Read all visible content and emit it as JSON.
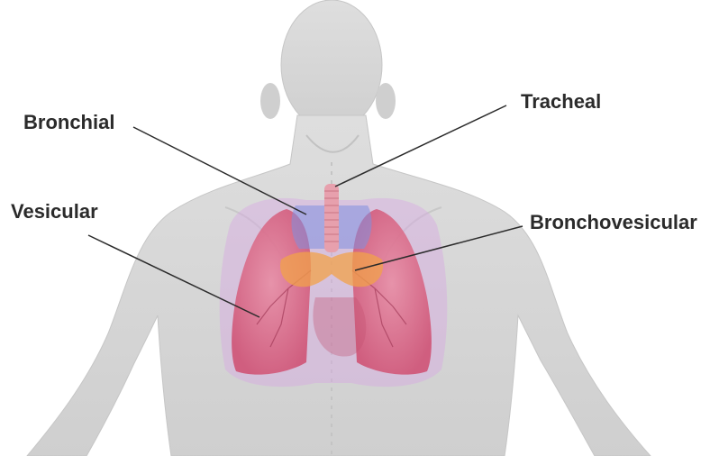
{
  "labels": {
    "bronchial": "Bronchial",
    "tracheal": "Tracheal",
    "vesicular": "Vesicular",
    "bronchovesicular": "Bronchovesicular"
  },
  "colors": {
    "skin": "#d9d9d9",
    "skin_shadow": "#b9b9b9",
    "lung": "#d85a7a",
    "bronchial_zone": "#7f8fe0",
    "bronchovesicular_zone": "#f2a24a",
    "vesicular_zone": "#d7a8e3",
    "text": "#2b2b2b"
  },
  "icons": [
    "human-back-figure",
    "lungs-figure"
  ]
}
